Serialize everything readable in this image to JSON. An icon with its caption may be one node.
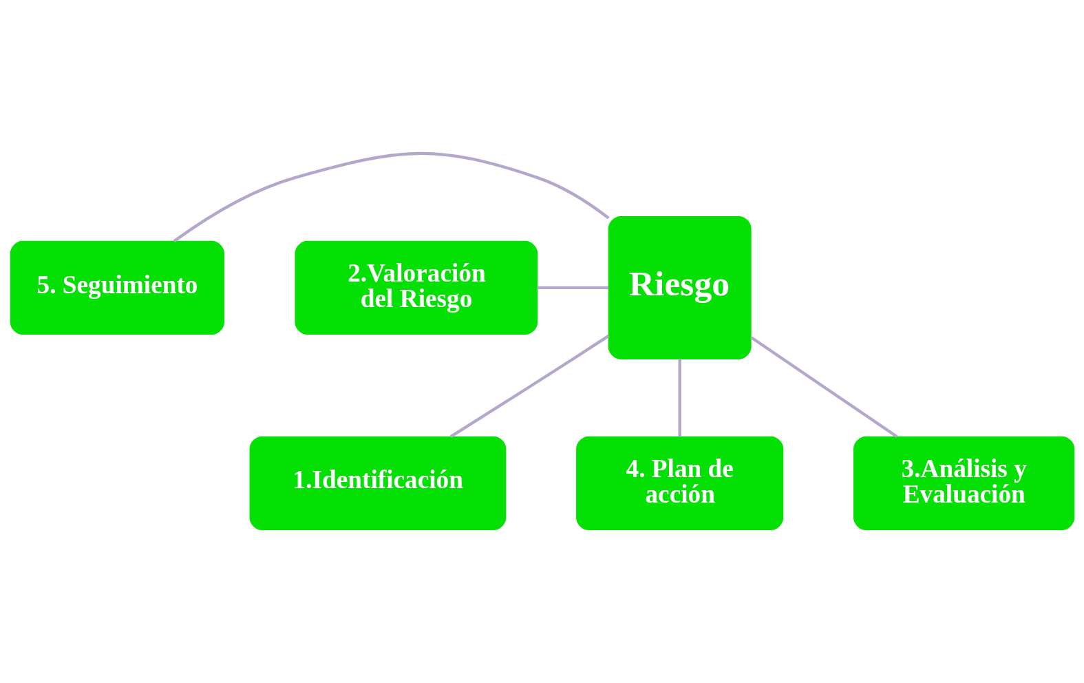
{
  "diagram": {
    "nodes": [
      {
        "text": [
          "1.Identificación"
        ]
      },
      {
        "text": [
          "5. Seguimiento"
        ]
      },
      {
        "text": [
          "2.Valoración del Riesgo"
        ]
      },
      {
        "text": [
          "Riesgo"
        ]
      },
      {
        "text": [
          "4. Plan de acción"
        ]
      },
      {
        "text": [
          "3.Análisis y Evaluación"
        ]
      }
    ],
    "edges": [
      {
        "from": 3,
        "to": 0,
        "arrow": "none"
      },
      {
        "from": 3,
        "to": 2,
        "arrow": "none"
      },
      {
        "from": 3,
        "to": 5,
        "arrow": "none"
      },
      {
        "from": 3,
        "to": 4,
        "arrow": "none"
      },
      {
        "from": 3,
        "to": 1,
        "arrow": "none"
      }
    ]
  }
}
